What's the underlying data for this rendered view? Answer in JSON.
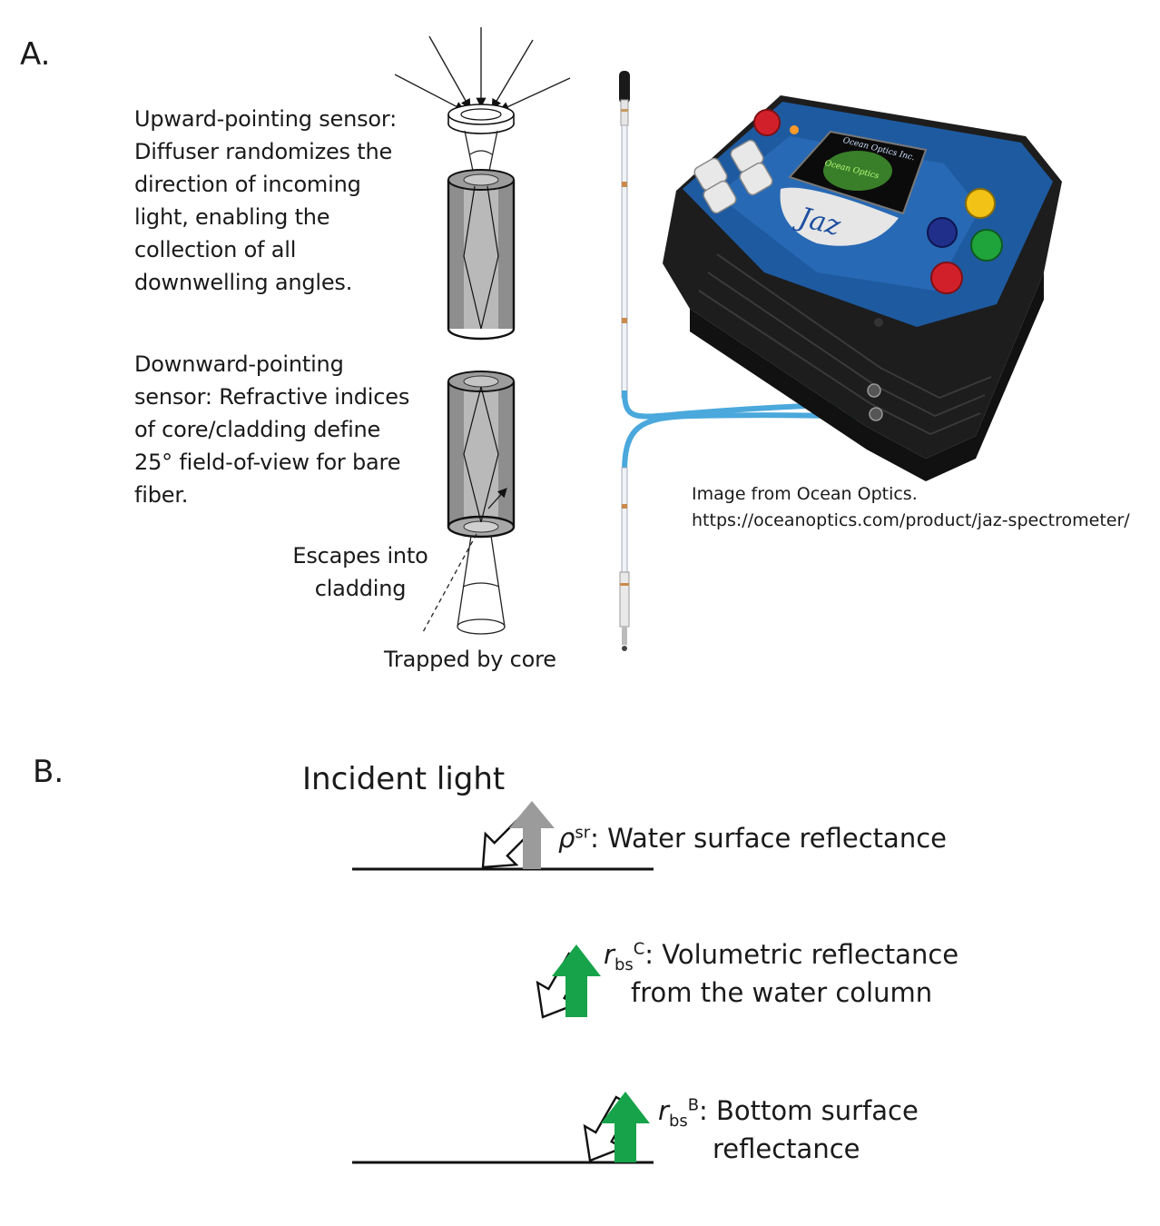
{
  "panel_a": {
    "label": "A.",
    "upward_text": [
      "Upward-pointing sensor:",
      "Diffuser randomizes the",
      "direction of incoming",
      "light, enabling the",
      "collection of all",
      "downwelling angles."
    ],
    "downward_text": [
      "Downward-pointing",
      "sensor: Refractive indices",
      "of core/cladding define",
      "25° field-of-view for bare",
      "fiber."
    ],
    "escapes_text": [
      "Escapes into",
      "cladding"
    ],
    "trapped_text": "Trapped by core",
    "credit": [
      "Image from Ocean Optics.",
      "https://oceanoptics.com/product/jaz-spectrometer/"
    ],
    "device": {
      "brand_text": "Ocean Optics Inc.",
      "model_text": "Jaz",
      "screen_text": "Ocean Optics"
    }
  },
  "panel_b": {
    "label": "B.",
    "incident_light": "Incident light",
    "surface": {
      "symbol": "ρ",
      "sup": "sr",
      "text": ": Water surface reflectance"
    },
    "column": {
      "symbol": "r",
      "sub": "bs",
      "sup": "C",
      "text": ": Volumetric reflectance",
      "text2": "from the water column"
    },
    "bottom": {
      "symbol": "r",
      "sub": "bs",
      "sup": "B",
      "text": ": Bottom surface",
      "text2": "reflectance"
    }
  },
  "colors": {
    "gray_arrow": "#9b9b9b",
    "green_arrow": "#17a34a",
    "fiber_blue": "#4aa8dc",
    "device_black": "#1d1d1d"
  }
}
